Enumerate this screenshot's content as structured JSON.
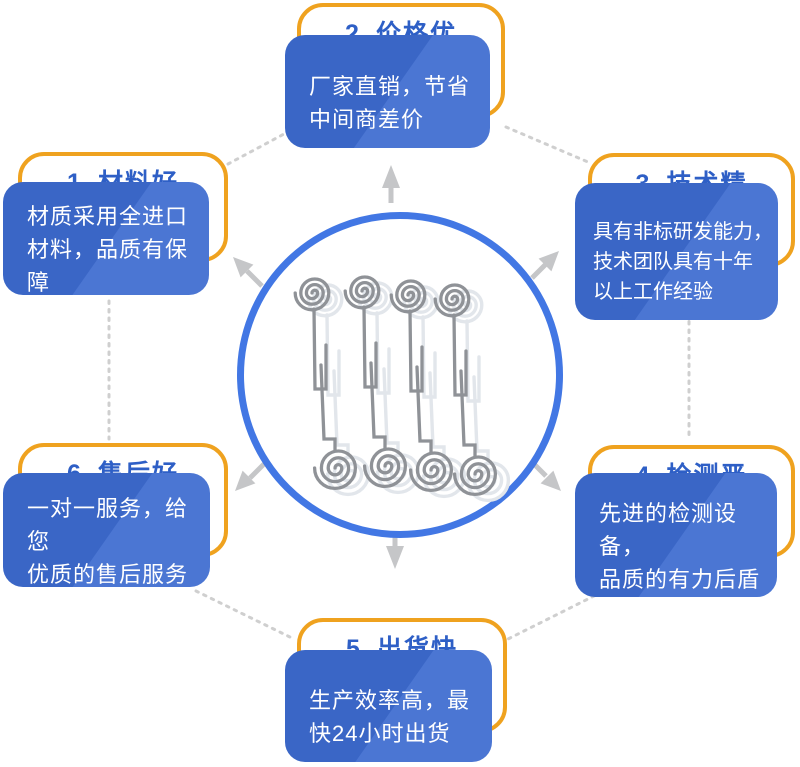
{
  "diagram": {
    "center_graphic": "double-torsion-springs-photo",
    "arrow_directions": [
      "up",
      "upper-left",
      "upper-right",
      "down",
      "lower-left",
      "lower-right"
    ],
    "colors": {
      "accent_orange": "#efa21f",
      "card_blue": "#3a66c6",
      "card_blue_light": "#4b76d3",
      "title_blue": "#2e5fc6",
      "circle_border_blue": "#4277e4",
      "arrow_gray": "#c5c6c8",
      "dotted_line_gray": "#cfcfcf"
    },
    "features": [
      {
        "number": "1",
        "title": "材料好",
        "body": "材质采用全进口\n材料，品质有保障",
        "position": "left-top"
      },
      {
        "number": "2",
        "title": "价格优",
        "body": "厂家直销，节省\n中间商差价",
        "position": "top"
      },
      {
        "number": "3",
        "title": "技术精",
        "body": "具有非标研发能力，\n技术团队具有十年\n以上工作经验",
        "position": "right-top"
      },
      {
        "number": "4",
        "title": "检测严",
        "body": "先进的检测设备，\n品质的有力后盾",
        "position": "right-bottom"
      },
      {
        "number": "5",
        "title": "出货快",
        "body": "生产效率高，最\n快24小时出货",
        "position": "bottom"
      },
      {
        "number": "6",
        "title": "售后好",
        "body": "一对一服务，给您\n优质的售后服务",
        "position": "left-bottom"
      }
    ]
  }
}
